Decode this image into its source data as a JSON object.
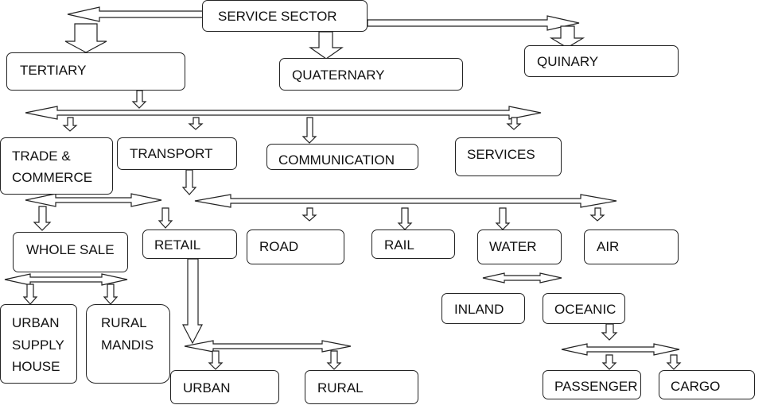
{
  "nodes": {
    "service_sector": "SERVICE SECTOR",
    "tertiary": "TERTIARY",
    "quaternary": "QUATERNARY",
    "quinary": "QUINARY",
    "trade_commerce_1": "TRADE &",
    "trade_commerce_2": "COMMERCE",
    "transport": "TRANSPORT",
    "communication": "COMMUNICATION",
    "services": "SERVICES",
    "wholesale": "WHOLE SALE",
    "retail": "RETAIL",
    "road": "ROAD",
    "rail": "RAIL",
    "water": "WATER",
    "air": "AIR",
    "urban_supply_1": "URBAN",
    "urban_supply_2": "SUPPLY",
    "urban_supply_3": "HOUSE",
    "rural_mandis_1": "RURAL",
    "rural_mandis_2": "MANDIS",
    "inland": "INLAND",
    "oceanic": "OCEANIC",
    "urban": "URBAN",
    "rural": "RURAL",
    "passenger": "PASSENGER",
    "cargo": "CARGO"
  }
}
